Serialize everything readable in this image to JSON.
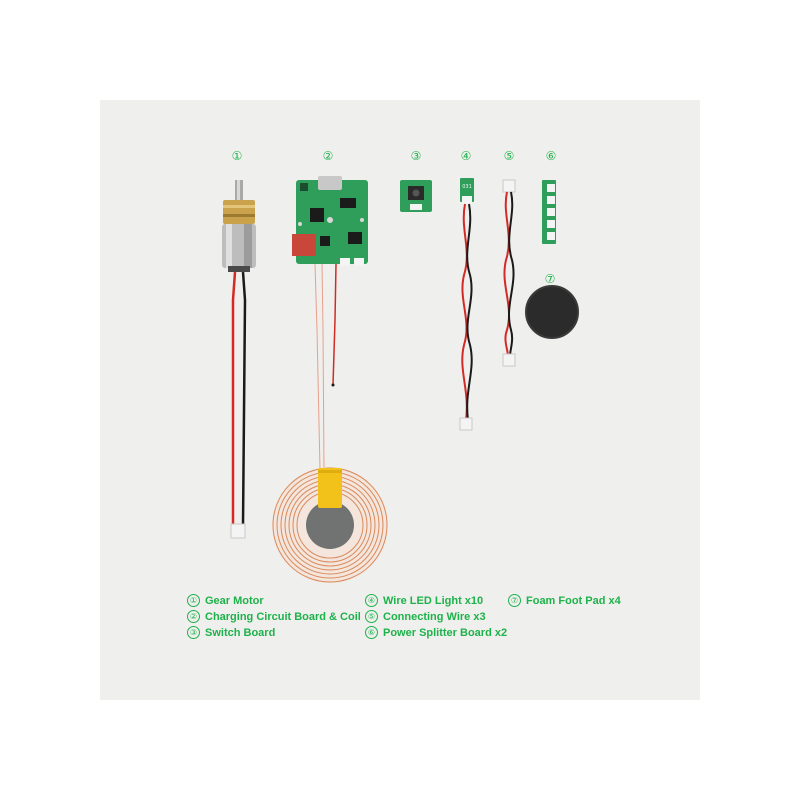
{
  "markers": [
    "①",
    "②",
    "③",
    "④",
    "⑤",
    "⑥",
    "⑦"
  ],
  "board_silkscreen": "031",
  "legend": [
    {
      "mark": "①",
      "text": "Gear Motor"
    },
    {
      "mark": "②",
      "text": "Charging Circuit Board & Coil"
    },
    {
      "mark": "③",
      "text": "Switch Board"
    },
    {
      "mark": "④",
      "text": "Wire LED Light x10"
    },
    {
      "mark": "⑤",
      "text": "Connecting Wire x3"
    },
    {
      "mark": "⑥",
      "text": "Power Splitter Board x2"
    },
    {
      "mark": "⑦",
      "text": "Foam Foot Pad x4"
    }
  ],
  "colors": {
    "accent": "#1eb24a",
    "panel": "#efefed",
    "pcb": "#2e9e5a",
    "wire_red": "#d42a25",
    "wire_black": "#1a1a1a",
    "coil_copper": "#d98a5c",
    "tape": "#f2c21a"
  }
}
